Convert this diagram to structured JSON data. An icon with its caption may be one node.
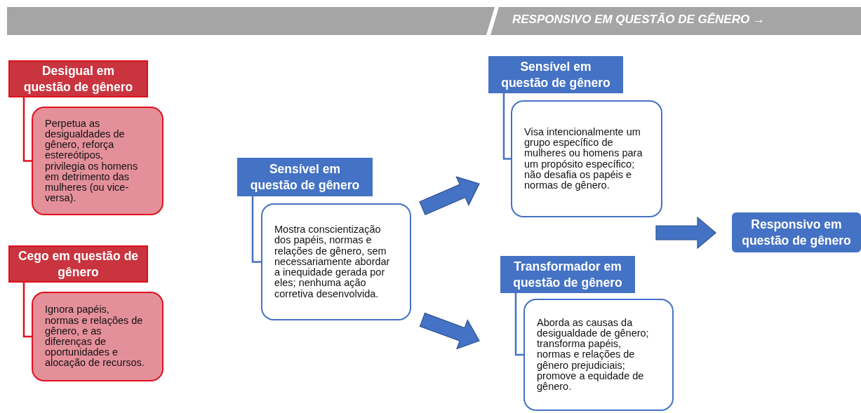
{
  "diagram": {
    "nodes": [
      {
        "text": [
          "Desigual em questão de gênero"
        ]
      },
      {
        "text": [
          "Perpetua as desigualdades de gênero, reforça estereótipos, privilegia os homens em detrimento das mulheres (ou vice-versa)."
        ]
      },
      {
        "text": [
          "Cego em questão de gênero"
        ]
      },
      {
        "text": [
          "Ignora papéis, normas e relações de gênero, e as diferenças de oportunidades e alocação de recursos."
        ]
      },
      {
        "text": [
          "Sensível em questão de gênero"
        ]
      },
      {
        "text": [
          "Mostra conscientização dos papéis, normas e relações de gênero, sem necessariamente abordar a inequidade gerada por eles; nenhuma ação corretiva desenvolvida."
        ]
      },
      {
        "text": [
          "Sensível em questão de gênero"
        ]
      },
      {
        "text": [
          "Visa intencionalmente um grupo específico de mulheres ou homens para um propósito específico; não desafia os papéis e normas de gênero."
        ]
      },
      {
        "text": [
          "Transformador em questão de gênero"
        ]
      },
      {
        "text": [
          "Aborda as causas da desigualdade de gênero; transforma papéis, normas e relações de gênero prejudiciais; promove a equidade de gênero."
        ]
      },
      {
        "text": [
          "Responsivo em questão de gênero"
        ]
      }
    ],
    "edges": [
      {
        "from": 0,
        "to": 1,
        "arrow": "none",
        "color": "#e0101e"
      },
      {
        "from": 2,
        "to": 3,
        "arrow": "none",
        "color": "#e0101e"
      },
      {
        "from": 4,
        "to": 5,
        "arrow": "none"
      },
      {
        "from": 6,
        "to": 7,
        "arrow": "none"
      },
      {
        "from": 8,
        "to": 9,
        "arrow": "none"
      },
      {
        "from": 5,
        "to": 7,
        "arrow": "to",
        "style": "thick"
      },
      {
        "from": 5,
        "to": 9,
        "arrow": "to",
        "style": "thick"
      },
      {
        "from": 7,
        "to": 10,
        "arrow": "to",
        "style": "thick"
      },
      {
        "from": 9,
        "to": 10,
        "arrow": "to",
        "style": "thick"
      }
    ],
    "labels": [
      "RESPONSIVO EM QUESTÃO DE GÊNERO →"
    ]
  }
}
